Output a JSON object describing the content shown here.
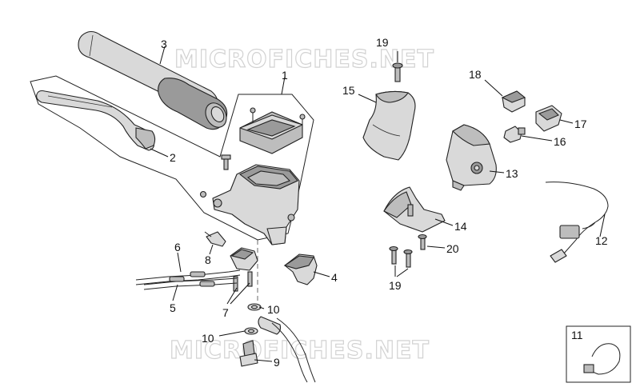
{
  "watermark": {
    "top": "MICROFICHES.NET",
    "bottom": "MICROFICHES.NET"
  },
  "callouts": {
    "c1": "1",
    "c2": "2",
    "c3": "3",
    "c4": "4",
    "c5": "5",
    "c6": "6",
    "c7": "7",
    "c8": "8",
    "c9": "9",
    "c10a": "10",
    "c10b": "10",
    "c11": "11",
    "c12": "12",
    "c13": "13",
    "c14": "14",
    "c15": "15",
    "c16": "16",
    "c17": "17",
    "c18": "18",
    "c19a": "19",
    "c19b": "19",
    "c20": "20"
  },
  "colors": {
    "part_fill": "#d9d9d9",
    "outline": "#222222",
    "watermark": "#d2d2d2"
  }
}
